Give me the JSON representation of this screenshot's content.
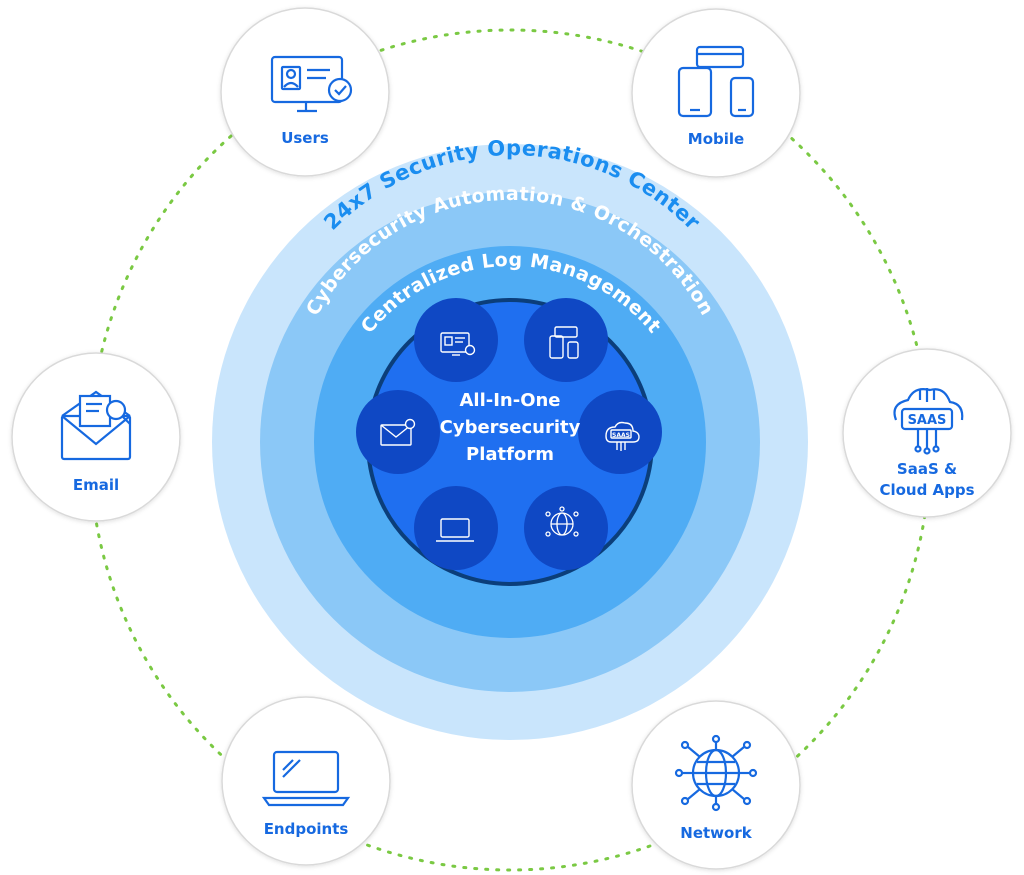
{
  "rings": {
    "outer": "24x7 Security Operations Center",
    "middle": "Cybersecurity Automation & Orchestration",
    "inner": "Centralized Log Management"
  },
  "center": {
    "line1": "All-In-One",
    "line2": "Cybersecurity",
    "line3": "Platform"
  },
  "nodes": {
    "users": "Users",
    "mobile": "Mobile",
    "email": "Email",
    "saas_line1": "SaaS &",
    "saas_line2": "Cloud Apps",
    "endpoints": "Endpoints",
    "network": "Network",
    "saas_badge": "SAAS"
  },
  "colors": {
    "ring_outer": "#c9e5fc",
    "ring_middle": "#8bc8f7",
    "ring_inner": "#4facf4",
    "core": "#1f6ff0",
    "core_border": "#0b3e7a",
    "icon_disc": "#0f48c4",
    "node_border": "#d9d9d9",
    "accent_blue": "#1669e0",
    "dotted_orbit": "#7ac943",
    "ring_text_outer": "#1a8df0"
  }
}
